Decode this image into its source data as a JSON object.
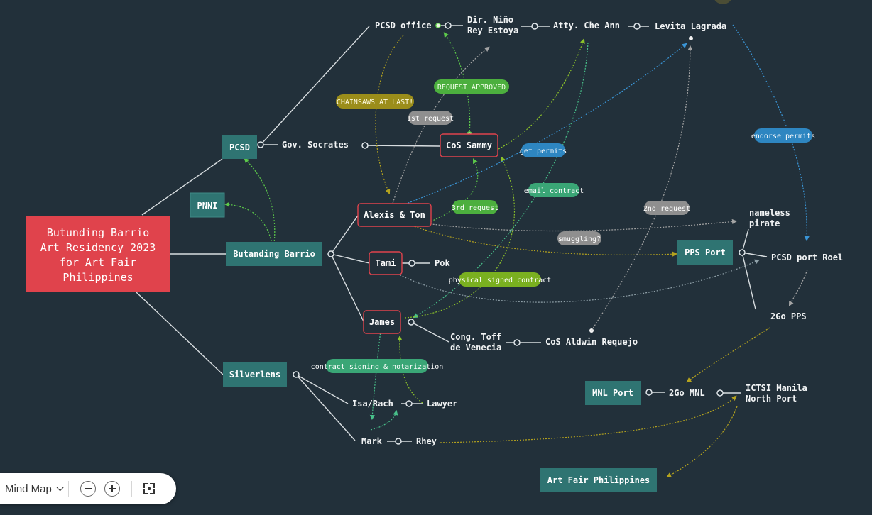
{
  "colors": {
    "background": "#22303a",
    "root": "#e0434c",
    "teal_node": "#2f7472",
    "highlight_border": "#e0434c",
    "line": "#d8dde0",
    "badge_olive": "#9b8d1a",
    "badge_green": "#4caf3e",
    "badge_gray": "#8f8f8f",
    "badge_blue": "#2e86c1",
    "badge_teal": "#3aa676",
    "badge_lime": "#7ab020"
  },
  "nodes": {
    "root": "Butunding Barrio\nArt Residency 2023\nfor Art Fair\nPhilippines",
    "pcsd": "PCSD",
    "pnni": "PNNI",
    "butunding_barrio": "Butanding Barrio",
    "silverlens": "Silverlens",
    "pcsd_office": "PCSD office",
    "dir_nino": "Dir. Niño\nRey Estoya",
    "atty_che": "Atty. Che Ann",
    "levita": "Levita Lagrada",
    "gov_socrates": "Gov. Socrates",
    "cos_sammy": "CoS Sammy",
    "alexis_ton": "Alexis & Ton",
    "tami": "Tami",
    "pok": "Pok",
    "james": "James",
    "cong_toff": "Cong. Toff\nde Venecia",
    "cos_aldwin": "CoS Aldwin Requejo",
    "isa_rach": "Isa/Rach",
    "lawyer": "Lawyer",
    "mark": "Mark",
    "rhey": "Rhey",
    "nameless_pirate": "nameless\npirate",
    "pps_port": "PPS Port",
    "pcsd_port_roel": "PCSD port Roel",
    "twogo_pps": "2Go PPS",
    "mnl_port": "MNL Port",
    "twogo_mnl": "2Go MNL",
    "ictsi": "ICTSI Manila\nNorth Port",
    "art_fair": "Art Fair Philippines"
  },
  "badges": {
    "chainsaws": "CHAINSAWS AT LAST!",
    "request_approved": "REQUEST APPROVED",
    "first_request": "1st request",
    "get_permits": "get permits",
    "email_contract": "email contract",
    "third_request": "3rd request",
    "smuggling": "smuggling?",
    "second_request": "2nd request",
    "endorse_permits": "endorse permits",
    "physical_contract": "physical signed contract",
    "contract_signing": "contract signing & notarization"
  },
  "toolbar": {
    "mode_label": "Mind Map",
    "zoom_out_icon": "minus-icon",
    "zoom_in_icon": "plus-icon",
    "fit_icon": "fit-screen-icon"
  }
}
